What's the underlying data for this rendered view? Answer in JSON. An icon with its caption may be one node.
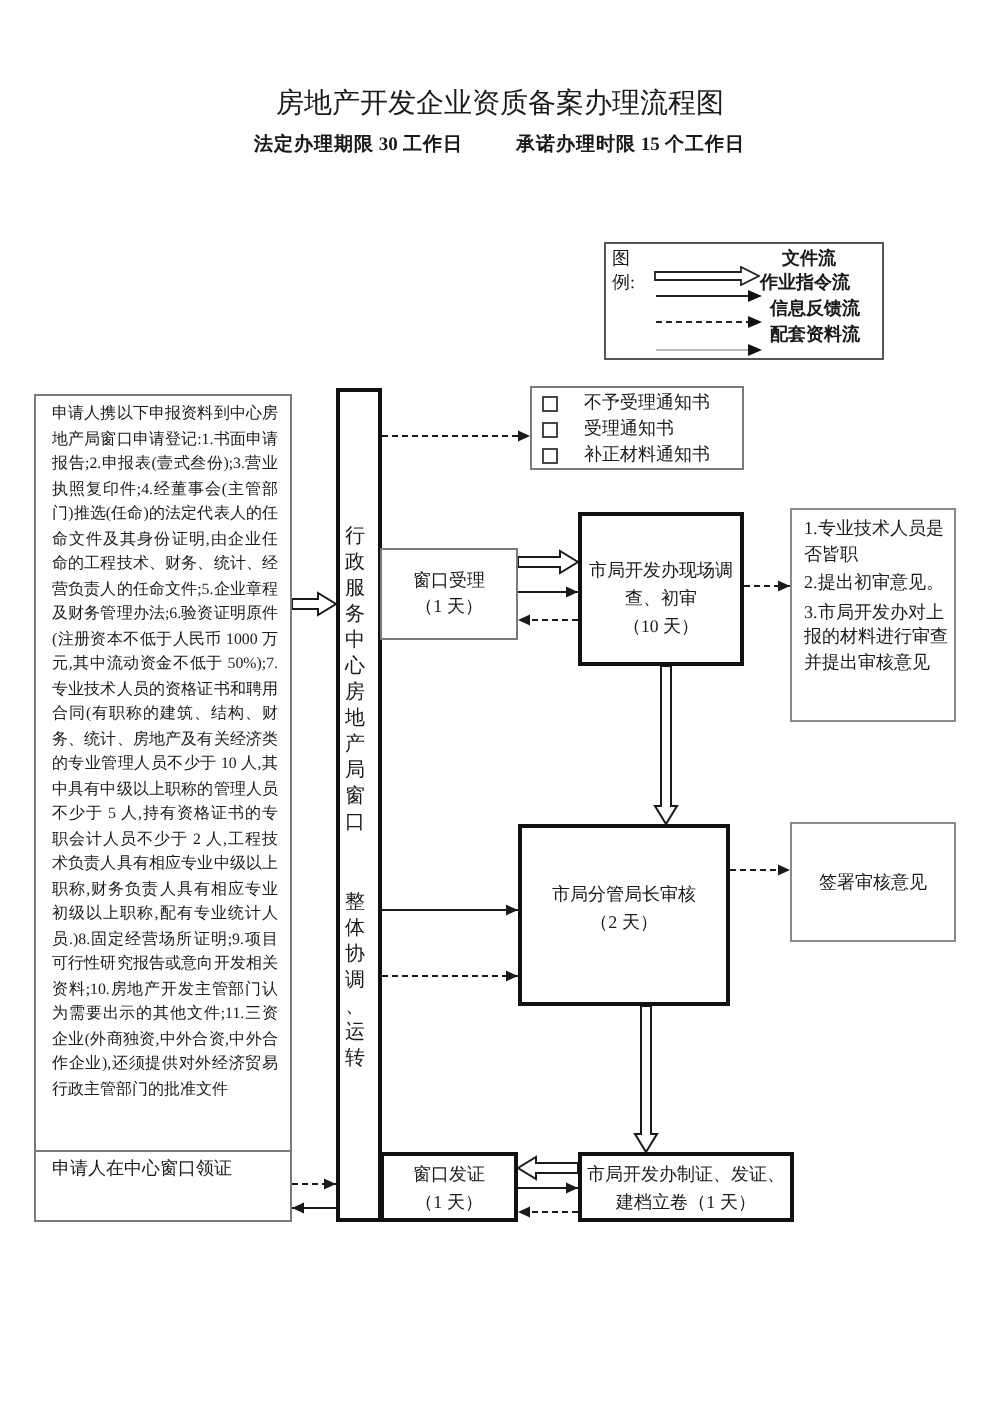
{
  "diagram": {
    "title": "房地产开发企业资质备案办理流程图",
    "nodes": [
      {
        "text": [
          "申请人携以下申报资料到中心房地产局窗口申请登记:1.书面申请报告;2.申报表(壹式叁份);3.营业执照复印件;4.经董事会(主管部门)推选(任命)的法定代表人的任命文件及其身份证明,由企业任命的工程技术、财务、统计、经营负责人的任命文件;5.企业章程及财务管理办法;6.验资证明原件(注册资本不低于人民币 1000 万元,其中流动资金不低于 50%);7.专业技术人员的资格证书和聘用合同(有职称的建筑、结构、财务、统计、房地产及有关经济类的专业管理人员不少于 10 人,其中具有中级以上职称的管理人员不少于 5 人,持有资格证书的专职会计人员不少于 2 人,工程技术负责人具有相应专业中级以上职称,财务负责人具有相应专业初级以上职称,配有专业统计人员.)8.固定经营场所证明;9.项目可行性研究报告或意向开发相关资料;10.房地产开发主管部门认为需要出示的其他文件;11.三资企业(外商独资,中外合资,中外合作企业),还须提供对外经济贸易行政主管部门的批准文件"
        ]
      },
      {
        "text": [
          "申请人在中心窗口领证"
        ]
      },
      {
        "text": [
          "行政服务中心房地产局窗口",
          "整体协调、运转"
        ]
      },
      {
        "text": [
          "不予受理通知书",
          "受理通知书",
          "补正材料通知书"
        ]
      },
      {
        "text": [
          "窗口受理",
          "（1 天）"
        ]
      },
      {
        "text": [
          "市局开发办现场调查、初审",
          "（10 天）"
        ]
      },
      {
        "text": [
          "1.专业技术人员是否皆职",
          "2.提出初审意见。",
          "3.市局开发办对上报的材料进行审查并提出审核意见"
        ]
      },
      {
        "text": [
          "市局分管局长审核",
          "（2 天）"
        ]
      },
      {
        "text": [
          "签署审核意见"
        ]
      },
      {
        "text": [
          "窗口发证",
          "（1 天）"
        ]
      },
      {
        "text": [
          "市局开发办制证、发证、建档立卷（1 天）"
        ]
      }
    ],
    "edges": [
      {
        "from": 0,
        "to": 2,
        "arrow": "to",
        "style": "thick"
      },
      {
        "from": 2,
        "to": 3,
        "arrow": "to",
        "style": "dashed"
      },
      {
        "from": 4,
        "to": 5,
        "arrow": "to",
        "style": "thick"
      },
      {
        "from": 4,
        "to": 5,
        "arrow": "to"
      },
      {
        "from": 5,
        "to": 4,
        "arrow": "to",
        "style": "dashed"
      },
      {
        "from": 5,
        "to": 6,
        "arrow": "to",
        "style": "dashed"
      },
      {
        "from": 5,
        "to": 7,
        "arrow": "to",
        "style": "thick"
      },
      {
        "from": 2,
        "to": 7,
        "arrow": "to"
      },
      {
        "from": 2,
        "to": 7,
        "arrow": "to",
        "style": "dashed"
      },
      {
        "from": 7,
        "to": 8,
        "arrow": "to",
        "style": "dashed"
      },
      {
        "from": 7,
        "to": 10,
        "arrow": "to",
        "style": "thick"
      },
      {
        "from": 10,
        "to": 9,
        "arrow": "to",
        "style": "thick"
      },
      {
        "from": 9,
        "to": 10,
        "arrow": "to"
      },
      {
        "from": 10,
        "to": 9,
        "arrow": "to",
        "style": "dashed"
      },
      {
        "from": 1,
        "to": 2,
        "arrow": "to",
        "style": "dashed"
      },
      {
        "from": 2,
        "to": 1,
        "arrow": "to"
      }
    ],
    "labels": [
      "法定办理期限 30 工作日",
      "承诺办理时限 15 个工作日",
      "图例:"
    ],
    "legend": [
      {
        "text": "文件流"
      },
      {
        "text": "作业指令流"
      },
      {
        "text": "信息反馈流"
      },
      {
        "text": "配套资料流"
      }
    ]
  }
}
